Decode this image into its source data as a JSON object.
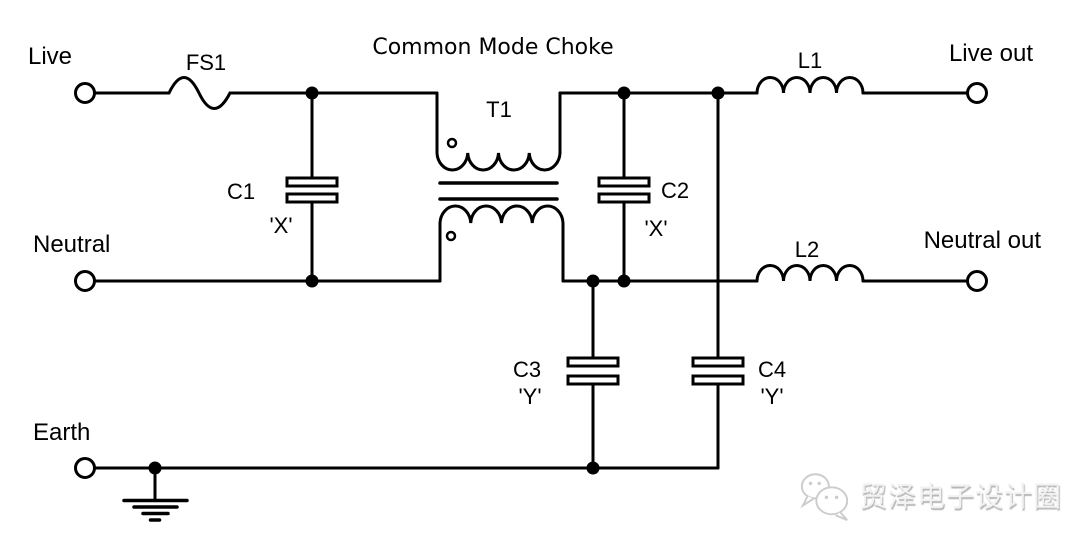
{
  "title": "Common Mode Choke",
  "ports": {
    "live": {
      "label": "Live"
    },
    "neutral": {
      "label": "Neutral"
    },
    "earth": {
      "label": "Earth"
    },
    "live_out": {
      "label": "Live out"
    },
    "neutral_out": {
      "label": "Neutral out"
    }
  },
  "components": {
    "fuse": {
      "ref": "FS1"
    },
    "transformer": {
      "ref": "T1"
    },
    "c1": {
      "ref": "C1",
      "class": "'X'"
    },
    "c2": {
      "ref": "C2",
      "class": "'X'"
    },
    "c3": {
      "ref": "C3",
      "class": "'Y'"
    },
    "c4": {
      "ref": "C4",
      "class": "'Y'"
    },
    "l1": {
      "ref": "L1"
    },
    "l2": {
      "ref": "L2"
    }
  },
  "watermark": {
    "text": "贸泽电子设计圈",
    "icon": "wechat-icon"
  },
  "colors": {
    "line": "#000000",
    "background": "#ffffff",
    "watermark": "#cccccc"
  }
}
